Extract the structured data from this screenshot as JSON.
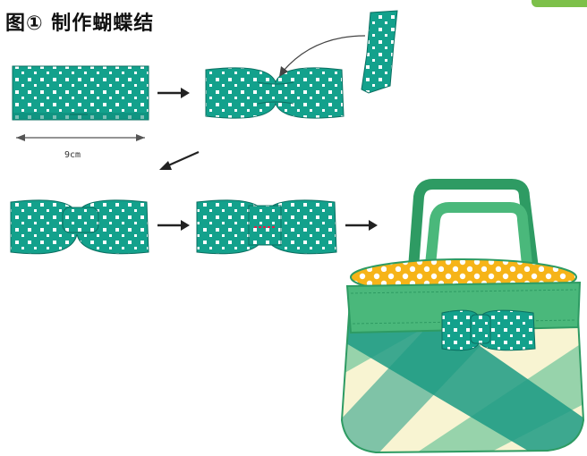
{
  "header": {
    "title": "图① 制作蝴蝶结"
  },
  "dimension": {
    "label": "9cm"
  },
  "colors": {
    "teal": "#13a18c",
    "dot": "#ffffff",
    "orange": "#f6b418",
    "bag_green": "#4ab87b",
    "bag_dark": "#2e9b63",
    "cream": "#f8f4d2",
    "check_teal": "#1c9a84",
    "check_light": "#8ccfa6",
    "arrow": "#222222",
    "accent_green": "#7dc04a"
  },
  "steps": [
    {
      "name": "fabric-strip"
    },
    {
      "name": "folded-bow"
    },
    {
      "name": "wrapped-bow"
    },
    {
      "name": "stitched-bow"
    },
    {
      "name": "finished-bag"
    }
  ]
}
